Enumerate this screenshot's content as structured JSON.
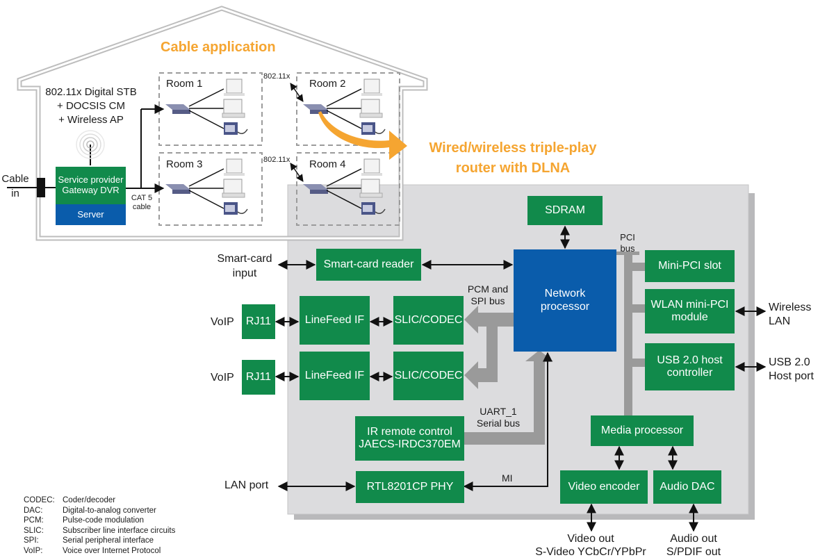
{
  "house": {
    "title": "Cable application",
    "gateway_caption": [
      "802.11x Digital STB",
      "+ DOCSIS CM",
      "+ Wireless AP"
    ],
    "gateway_label": [
      "Service provider",
      "Gateway DVR"
    ],
    "server_label": "Server",
    "cable_in": [
      "Cable",
      "in"
    ],
    "cat5": [
      "CAT 5",
      "cable"
    ],
    "rooms": [
      {
        "name": "Room 1"
      },
      {
        "name": "Room 2",
        "wireless": "802.11x"
      },
      {
        "name": "Room 3"
      },
      {
        "name": "Room 4",
        "wireless": "802.11x"
      }
    ]
  },
  "callout": [
    "Wired/wireless triple-play",
    "router with DLNA"
  ],
  "blocks": {
    "sdram": "SDRAM",
    "smartcard_reader": "Smart-card reader",
    "network_processor": [
      "Network",
      "processor"
    ],
    "minipci": "Mini-PCI slot",
    "wlan": [
      "WLAN mini-PCI",
      "module"
    ],
    "usb": [
      "USB 2.0 host",
      "controller"
    ],
    "rj11_a": "RJ11",
    "rj11_b": "RJ11",
    "linefeed_a": "LineFeed IF",
    "linefeed_b": "LineFeed IF",
    "slic_a": "SLIC/CODEC",
    "slic_b": "SLIC/CODEC",
    "ir": [
      "IR remote control",
      "JAECS-IRDC370EM"
    ],
    "phy": "RTL8201CP PHY",
    "media": "Media processor",
    "video_enc": "Video encoder",
    "audio_dac": "Audio DAC"
  },
  "labels": {
    "smartcard_input": [
      "Smart-card",
      "input"
    ],
    "voip_a": "VoIP",
    "voip_b": "VoIP",
    "lan_port": "LAN port",
    "pci_bus": [
      "PCI",
      "bus"
    ],
    "pcm_spi": [
      "PCM and",
      "SPI bus"
    ],
    "uart": [
      "UART_1",
      "Serial bus"
    ],
    "mi": "MI",
    "wireless_lan": [
      "Wireless",
      "LAN"
    ],
    "usb_host_port": [
      "USB 2.0",
      "Host port"
    ],
    "video_out": [
      "Video out",
      "S-Video YCbCr/YPbPr"
    ],
    "audio_out": [
      "Audio out",
      "S/PDIF out"
    ]
  },
  "legend": [
    {
      "abbr": "CODEC:",
      "desc": "Coder/decoder"
    },
    {
      "abbr": "DAC:",
      "desc": "Digital-to-analog converter"
    },
    {
      "abbr": "PCM:",
      "desc": "Pulse-code modulation"
    },
    {
      "abbr": "SLIC:",
      "desc": "Subscriber line interface circuits"
    },
    {
      "abbr": "SPI:",
      "desc": "Serial peripheral interface"
    },
    {
      "abbr": "VoIP:",
      "desc": "Voice over Internet Protocol"
    }
  ],
  "colors": {
    "block_green": "#118a4b",
    "processor_blue": "#0a5cab",
    "server_blue": "#0a5cab",
    "accent_orange": "#f5a531",
    "board_gray": "#dcdcde",
    "bus_gray": "#9a9a9a"
  }
}
